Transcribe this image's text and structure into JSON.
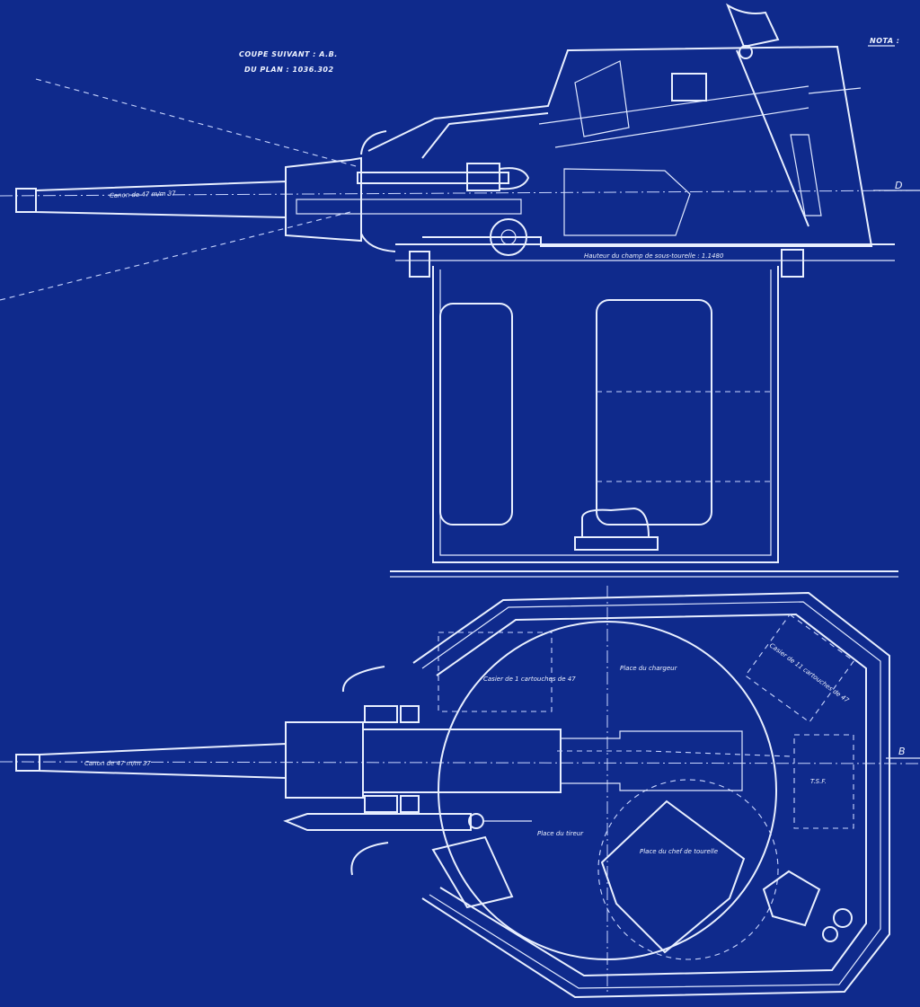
{
  "title_block": {
    "line1": "COUPE SUIVANT : A.B.",
    "line2": "DU PLAN : 1036.302"
  },
  "note_label": "NOTA :",
  "section_markers": {
    "d": "D",
    "b": "B"
  },
  "labels": {
    "gun_side": "Canon de 47 m/m 37",
    "gun_plan": "Canon de 47 m/m 37",
    "height_note": "Hauteur du champ de sous-tourelle : 1.1480",
    "ammo_box_a": "Casier de 1 cartouches de 47",
    "ammo_box_b": "Casier de 11 cartouches de 47",
    "station_loader": "Place du chargeur",
    "station_gunner": "Place du tireur",
    "station_chief": "Place du chef de tourelle",
    "radio": "T.S.F."
  },
  "colors": {
    "paper": "#0f2a8c",
    "ink": "#e8efff"
  }
}
